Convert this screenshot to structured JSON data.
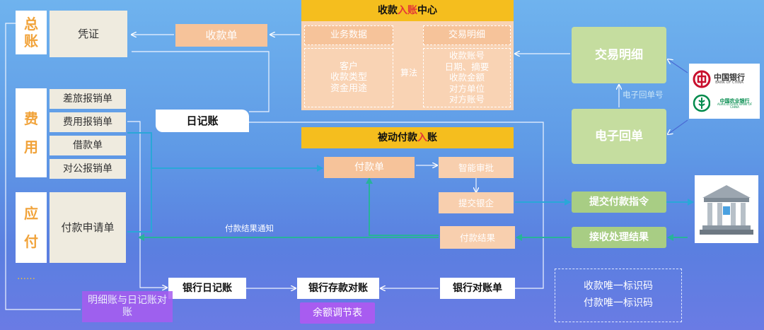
{
  "left_categories": {
    "zongzhang": [
      "总",
      "账"
    ],
    "feiyong": [
      "费",
      "用"
    ],
    "yingfu": [
      "应",
      "付"
    ],
    "ellipsis": "……"
  },
  "voucher": "凭证",
  "expense_items": [
    "差旅报销单",
    "费用报销单",
    "借款单",
    "对公报销单"
  ],
  "payment_request": "付款申请单",
  "receipt_form": "收款单",
  "journal": "日记账",
  "receipt_center": {
    "title_black_1": "收款",
    "title_red": "入账",
    "title_black_2": "中心",
    "business_data_header": "业务数据",
    "business_data_lines": [
      "客户",
      "收款类型",
      "资金用途"
    ],
    "algorithm": "算法",
    "txn_detail_header": "交易明细",
    "txn_detail_lines": [
      "收款账号",
      "日期、摘要",
      "收款金额",
      "对方单位",
      "对方账号"
    ]
  },
  "payment_center": {
    "title_black_1": "被动",
    "title_red_1": "付款",
    "title_black_2": "入",
    "title_red_2": "账"
  },
  "payment_form": "付款单",
  "smart_approval": "智能审批",
  "submit_bank": "提交银企",
  "payment_result": "付款结果",
  "payment_result_notice": "付款结果通知",
  "txn_detail_right": "交易明细",
  "e_receipt_match": "电子回单号",
  "e_receipt": "电子回单",
  "submit_payment_cmd": "提交付款指令",
  "receive_result": "接收处理结果",
  "bank_logos": {
    "boc_cn": "中国银行",
    "boc_en": "BANK OF CHINA",
    "abc_cn": "中国农业银行",
    "abc_en": "AGRICULTURAL BANK OF CHINA"
  },
  "bank_journal": "银行日记账",
  "bank_reconciliation": "银行存款对账",
  "bank_statement": "银行对账单",
  "balance_table": "余额调节表",
  "detail_vs_journal": "明细账与日记账对账",
  "unique_ids": [
    "收款唯一标识码",
    "付款唯一标识码"
  ],
  "colors": {
    "bg_top": "#6fb3ee",
    "accent_orange": "#f1a33a",
    "yellow": "#f5be1e",
    "peach": "#f8cfae",
    "green": "#c5dd9f",
    "purple": "#a85cf0",
    "teal_arrow": "#28b29a",
    "red_text": "#e43737"
  }
}
